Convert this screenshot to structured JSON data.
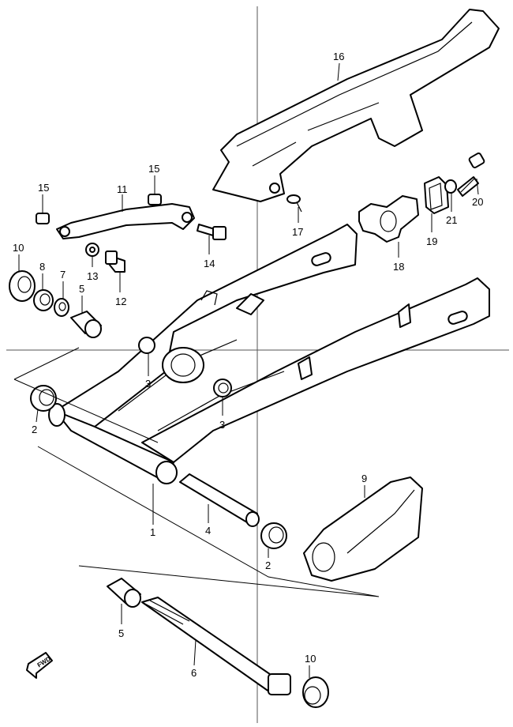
{
  "diagram": {
    "fwd_label": "FWD",
    "labels": {
      "p16": "16",
      "p15a": "15",
      "p15b": "15",
      "p11": "11",
      "p17": "17",
      "p20": "20",
      "p21": "21",
      "p19": "19",
      "p18": "18",
      "p14": "14",
      "p10a": "10",
      "p8": "8",
      "p7": "7",
      "p5a": "5",
      "p13": "13",
      "p12": "12",
      "p3a": "3",
      "p3b": "3",
      "p2a": "2",
      "p1": "1",
      "p4": "4",
      "p9": "9",
      "p2b": "2",
      "p5b": "5",
      "p6": "6",
      "p10b": "10"
    }
  }
}
